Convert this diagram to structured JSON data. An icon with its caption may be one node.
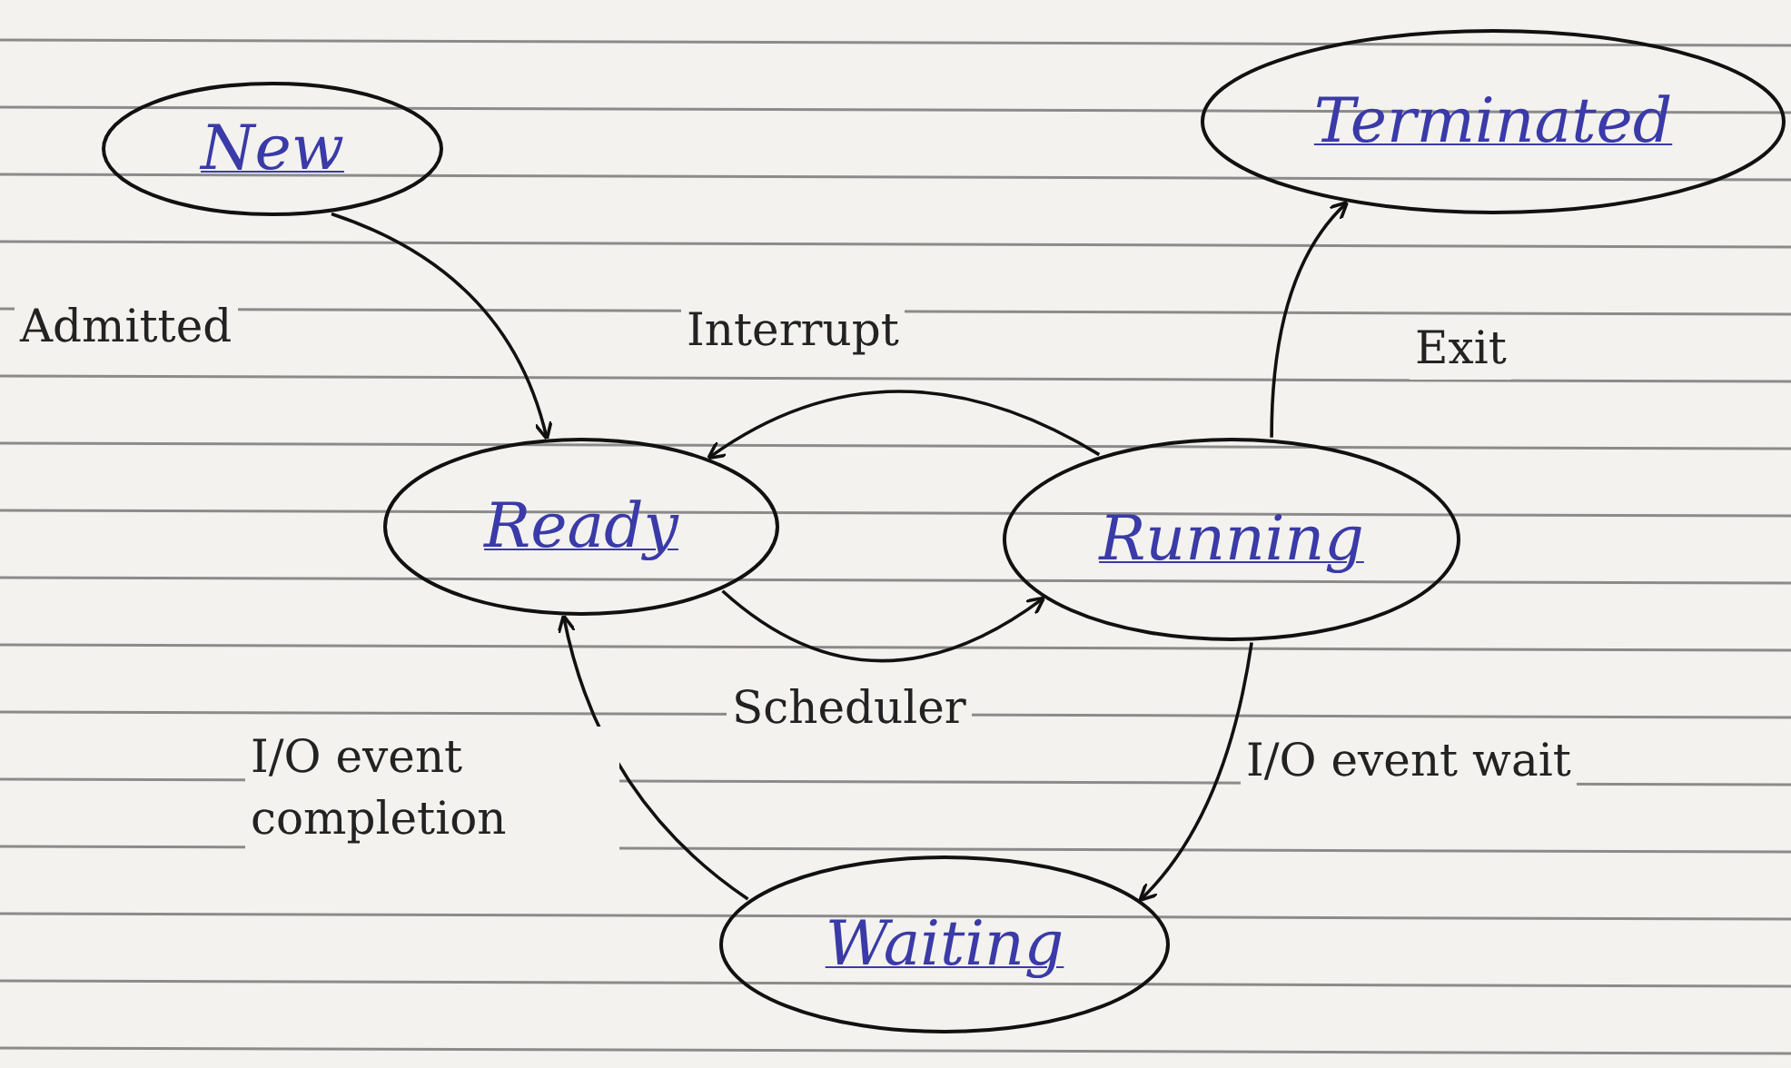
{
  "diagram": {
    "nodes": [
      {
        "text": [
          "New"
        ]
      },
      {
        "text": [
          "Terminated"
        ]
      },
      {
        "text": [
          "Ready"
        ]
      },
      {
        "text": [
          "Running"
        ]
      },
      {
        "text": [
          "Waiting"
        ]
      }
    ],
    "edges": [
      {
        "from": 0,
        "to": 2,
        "arrow": "to",
        "label": "Admitted"
      },
      {
        "from": 3,
        "to": 2,
        "arrow": "to",
        "label": "Interrupt"
      },
      {
        "from": 2,
        "to": 3,
        "arrow": "to",
        "label": "Scheduler"
      },
      {
        "from": 3,
        "to": 1,
        "arrow": "to",
        "label": "Exit"
      },
      {
        "from": 3,
        "to": 4,
        "arrow": "to",
        "label": "I/O event wait"
      },
      {
        "from": 4,
        "to": 2,
        "arrow": "to",
        "label": "I/O event completion"
      }
    ]
  }
}
